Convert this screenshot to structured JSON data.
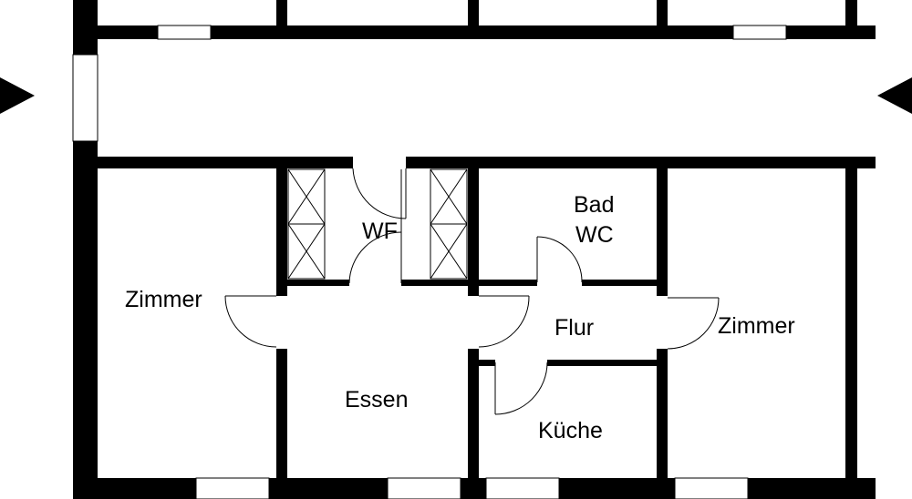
{
  "colors": {
    "wall": "#000000",
    "background": "#ffffff",
    "line": "#000000"
  },
  "rooms": {
    "zimmer_left": "Zimmer",
    "wf": "WF",
    "bad": "Bad",
    "wc": "WC",
    "flur": "Flur",
    "zimmer_right": "Zimmer",
    "essen": "Essen",
    "kueche": "Küche"
  },
  "icons": {
    "entry_arrow_left": "triangle-right-icon",
    "entry_arrow_right": "triangle-left-icon"
  }
}
